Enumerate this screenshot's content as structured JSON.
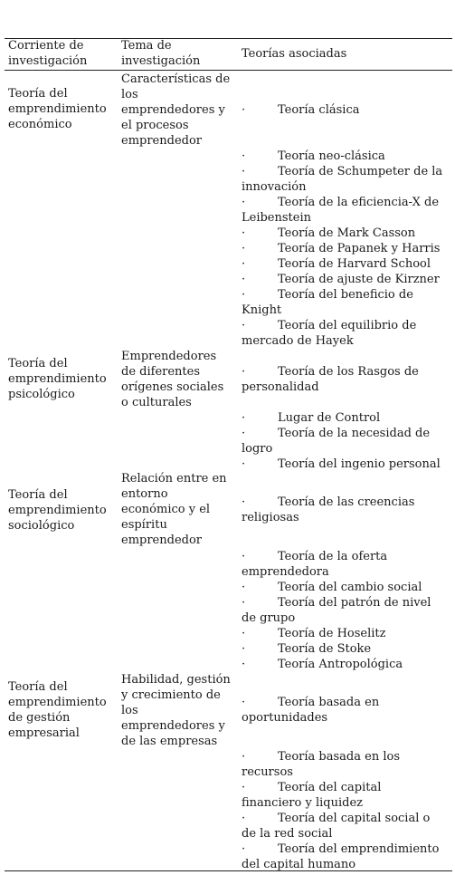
{
  "table": {
    "headers": {
      "col1_line1": "Corriente de",
      "col1_line2": "investigación",
      "col2_line1": "Tema de",
      "col2_line2": "investigación",
      "col3": "Teorías asociadas"
    },
    "bullet": "·",
    "rows": [
      {
        "corriente": [
          "Teoría del",
          "emprendimiento",
          "económico"
        ],
        "tema": [
          "Características de",
          "los",
          "emprendedores y",
          "el procesos",
          "emprendedor"
        ],
        "teorias": [
          [
            "Teoría clásica"
          ],
          [
            "Teoría neo-clásica"
          ],
          [
            "Teoría de Schumpeter de la",
            "innovación"
          ],
          [
            "Teoría de la eficiencia-X de",
            "Leibenstein"
          ],
          [
            "Teoría de Mark Casson"
          ],
          [
            "Teoría de Papanek y Harris"
          ],
          [
            "Teoría de Harvard School"
          ],
          [
            "Teoría de ajuste de Kirzner"
          ],
          [
            "Teoría del beneficio de",
            "Knight"
          ],
          [
            "Teoría del equilibrio de",
            "mercado de Hayek"
          ]
        ]
      },
      {
        "corriente": [
          "Teoría del",
          "emprendimiento",
          "psicológico"
        ],
        "tema": [
          "Emprendedores",
          "de diferentes",
          "orígenes sociales",
          "o culturales"
        ],
        "teorias": [
          [
            "Teoría de los Rasgos de",
            "personalidad"
          ],
          [
            "Lugar de Control"
          ],
          [
            "Teoría de la necesidad de",
            "logro"
          ],
          [
            "Teoría del ingenio personal"
          ]
        ]
      },
      {
        "corriente": [
          "Teoría del",
          "emprendimiento",
          "sociológico"
        ],
        "tema": [
          "Relación entre en",
          "entorno",
          "económico y el",
          "espíritu",
          "emprendedor"
        ],
        "teorias": [
          [
            "Teoría de las creencias",
            "religiosas"
          ],
          [
            "Teoría de la oferta",
            "emprendedora"
          ],
          [
            "Teoría del cambio social"
          ],
          [
            "Teoría del patrón de nivel",
            "de grupo"
          ],
          [
            "Teoría de Hoselitz"
          ],
          [
            "Teoría de Stoke"
          ],
          [
            "Teoría Antropológica"
          ]
        ]
      },
      {
        "corriente": [
          "Teoría del",
          "emprendimiento",
          "de gestión",
          "empresarial"
        ],
        "tema": [
          "Habilidad, gestión",
          "y crecimiento de",
          "los",
          "emprendedores y",
          "de las empresas"
        ],
        "teorias": [
          [
            "Teoría basada en",
            "oportunidades"
          ],
          [
            "Teoría basada en los",
            "recursos"
          ],
          [
            "Teoría del capital",
            "financiero y liquidez"
          ],
          [
            "Teoría del capital social o",
            "de la red social"
          ],
          [
            "Teoría del emprendimiento",
            "del capital humano"
          ]
        ]
      }
    ]
  }
}
